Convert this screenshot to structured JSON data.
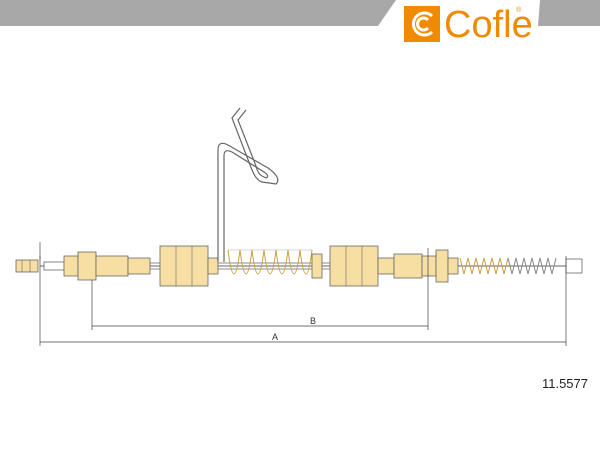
{
  "brand": {
    "name": "Cofle",
    "registered": "®",
    "color": "#f08a00"
  },
  "header_bar_color": "#a8a8a8",
  "dimensions": {
    "overall_label": "A",
    "inner_label": "B"
  },
  "part_number": "11.5577",
  "colors": {
    "line": "#666666",
    "fill": "#f7dfa3",
    "dim": "#444444"
  }
}
